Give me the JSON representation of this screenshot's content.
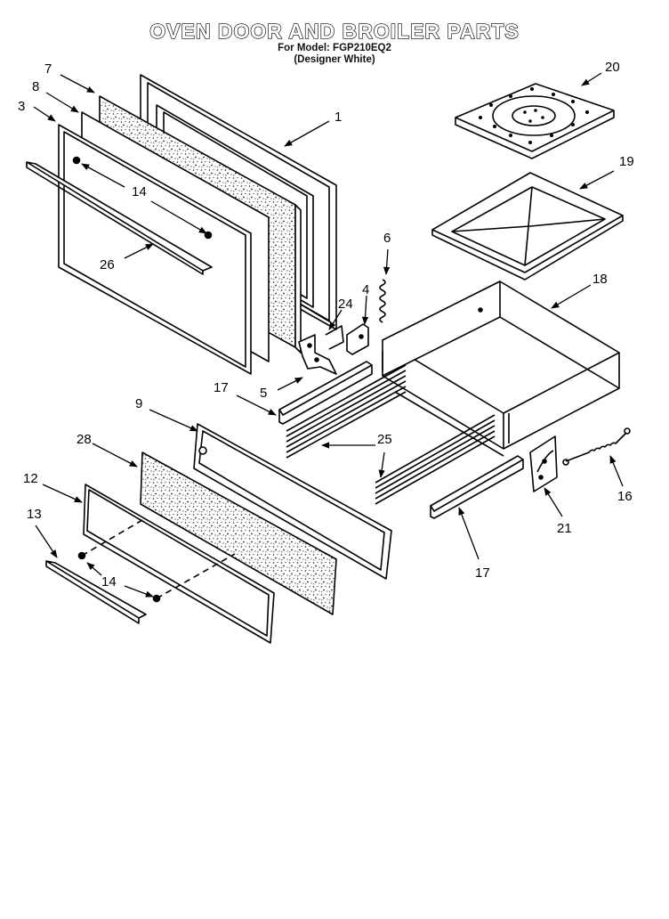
{
  "header": {
    "title": "OVEN DOOR AND BROILER PARTS",
    "model_line": "For Model: FGP210EQ2",
    "color_line": "(Designer White)"
  },
  "callouts": {
    "c7": "7",
    "c8": "8",
    "c3": "3",
    "c1": "1",
    "c14a": "14",
    "c26": "26",
    "c20": "20",
    "c19": "19",
    "c6": "6",
    "c4": "4",
    "c24": "24",
    "c18": "18",
    "c17a": "17",
    "c5": "5",
    "c9": "9",
    "c25": "25",
    "c28": "28",
    "c12": "12",
    "c13": "13",
    "c14b": "14",
    "c16": "16",
    "c21": "21",
    "c17b": "17"
  }
}
